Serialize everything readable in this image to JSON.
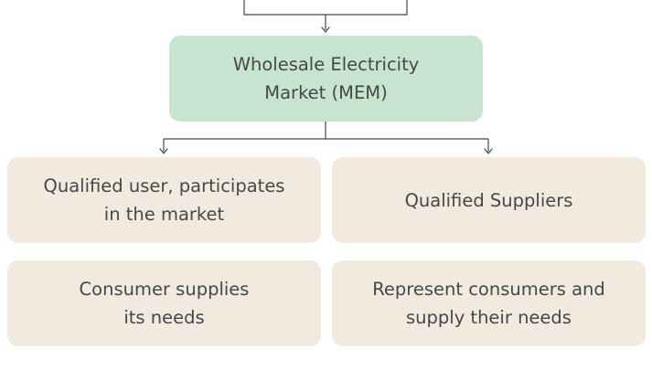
{
  "diagram": {
    "top_node": {
      "label": "Wholesale Electricity\nMarket (MEM)"
    },
    "nodes": [
      {
        "id": "qualified-user",
        "label": "Qualified user, participates\nin the market"
      },
      {
        "id": "qualified-suppliers",
        "label": "Qualified Suppliers"
      },
      {
        "id": "consumer-supplies",
        "label": "Consumer supplies\nits needs"
      },
      {
        "id": "represent-consumers",
        "label": "Represent consumers and\nsupply their needs"
      }
    ],
    "colors": {
      "top_node_fill": "#c7e4cf",
      "node_fill": "#f0ebde",
      "connector": "#474747",
      "text": "#474747"
    }
  }
}
